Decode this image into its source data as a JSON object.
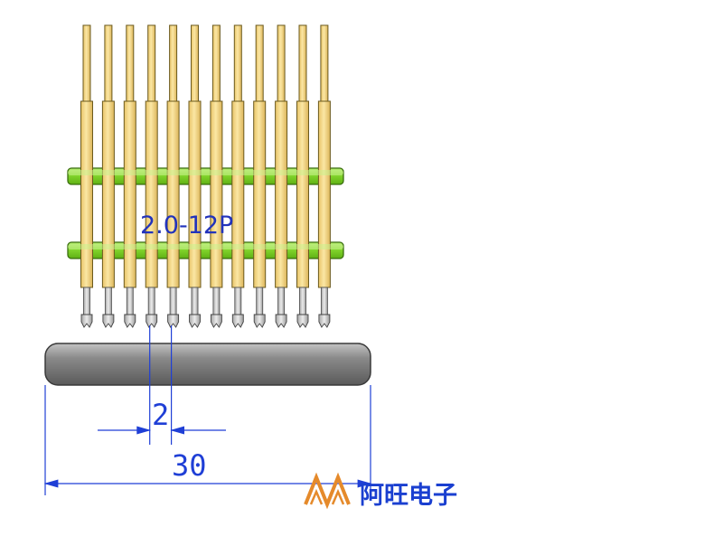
{
  "connector": {
    "label": "2.0-12P",
    "pin_count": 12,
    "pitch_label": "2",
    "length_label": "30"
  },
  "brand": {
    "name": "阿旺电子",
    "logo_icon": "aw-monogram-icon"
  },
  "colors": {
    "pin_gold": "#f5d98a",
    "pin_outline": "#6b5a1e",
    "bar_green": "#7fd22a",
    "bar_outline": "#3a6e0f",
    "tip_steel": "#c9c9c9",
    "bus_grey": "#7a7a7a",
    "dimension_blue": "#1f3fd6",
    "label_navy": "#2233bb",
    "brand_blue": "#1a3fd0",
    "logo_orange": "#e58a2b"
  }
}
